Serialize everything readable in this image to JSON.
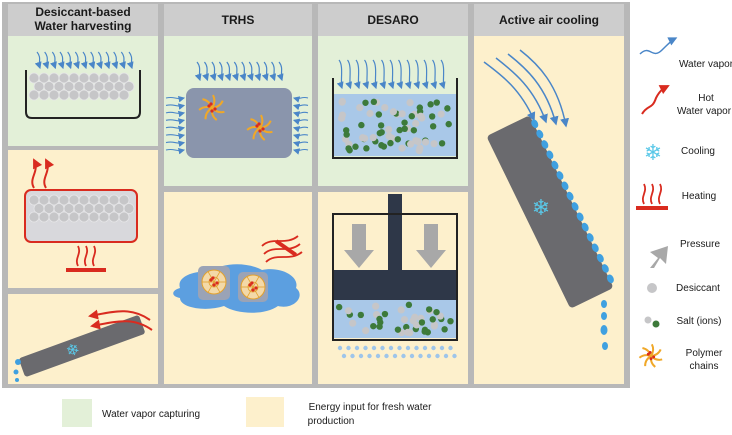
{
  "columns": [
    {
      "title_line1": "Desiccant-based",
      "title_line2": "Water harvesting"
    },
    {
      "title_line1": "TRHS"
    },
    {
      "title_line1": "DESARO"
    },
    {
      "title_line1": "Active air cooling"
    }
  ],
  "legend": [
    {
      "icon": "water-vapor-arrow-icon",
      "line1": "Water vapor"
    },
    {
      "icon": "hot-water-vapor-arrow-icon",
      "line1": "Hot",
      "line2": "Water vapor"
    },
    {
      "icon": "snowflake-icon",
      "line1": "Cooling"
    },
    {
      "icon": "heating-icon",
      "line1": "Heating"
    },
    {
      "icon": "pressure-arrow-icon",
      "line1": "Pressure"
    },
    {
      "icon": "desiccant-dot-icon",
      "line1": "Desiccant"
    },
    {
      "icon": "salt-ions-icon",
      "line1": "Salt (ions)"
    },
    {
      "icon": "polymer-chain-icon",
      "line1": "Polymer",
      "line2": "chains"
    }
  ],
  "footer": {
    "capturing_label": "Water vapor capturing",
    "energy_label_line1": "Energy input for fresh water",
    "energy_label_line2": "production"
  },
  "colors": {
    "capture_bg": "#e3f0d8",
    "energy_bg": "#fdf0cc",
    "header_bg": "#c9c9c9",
    "border": "#9a9a9a",
    "vapor_blue": "#4a86c8",
    "hot_red": "#d92b1f",
    "desiccant_grey": "#c6c6c8",
    "salt_green": "#3d7a3a",
    "water_blue": "#8fb8e0",
    "slab_grey": "#6a6a6e"
  }
}
